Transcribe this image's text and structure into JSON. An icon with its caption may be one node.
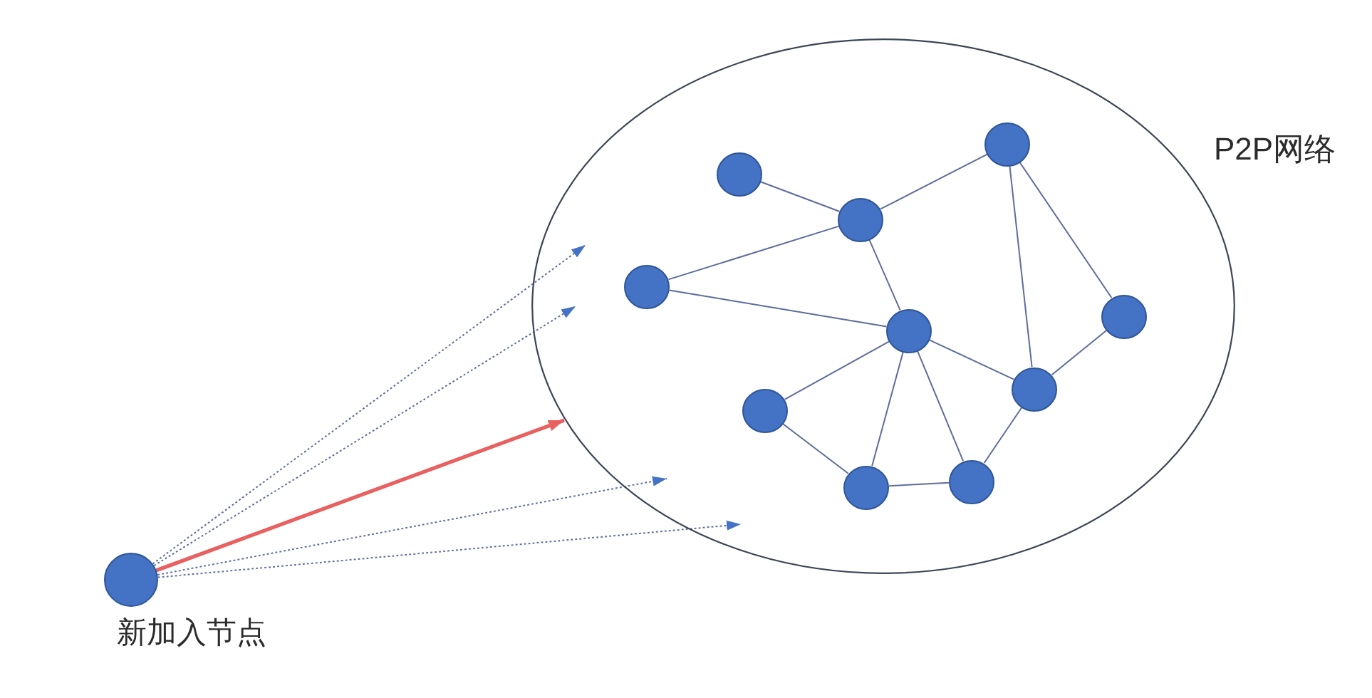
{
  "diagram": {
    "nodes": [
      {
        "text": [
          "P2P网络"
        ]
      },
      {
        "text": [],
        "shape": "circle",
        "in": 0
      },
      {
        "text": [],
        "shape": "circle",
        "in": 0
      },
      {
        "text": [],
        "shape": "circle",
        "in": 0
      },
      {
        "text": [],
        "shape": "circle",
        "in": 0
      },
      {
        "text": [],
        "shape": "circle",
        "in": 0
      },
      {
        "text": [],
        "shape": "circle",
        "in": 0
      },
      {
        "text": [],
        "shape": "circle",
        "in": 0
      },
      {
        "text": [],
        "shape": "circle",
        "in": 0
      },
      {
        "text": [],
        "shape": "circle",
        "in": 0
      },
      {
        "text": [],
        "shape": "circle",
        "in": 0
      },
      {
        "text": [
          "新加入节点"
        ]
      }
    ],
    "edges": [
      {
        "from": 11,
        "to": 0,
        "arrow": "to",
        "style": "dashed"
      },
      {
        "from": 11,
        "to": 0,
        "arrow": "to",
        "style": "dashed"
      },
      {
        "from": 11,
        "to": 0,
        "arrow": "to",
        "style": "thick",
        "color": "#e8605f"
      },
      {
        "from": 11,
        "to": 0,
        "arrow": "to",
        "style": "dashed"
      },
      {
        "from": 11,
        "to": 0,
        "arrow": "to",
        "style": "dashed"
      },
      {
        "from": 2,
        "to": 3,
        "arrow": "none"
      },
      {
        "from": 3,
        "to": 1,
        "arrow": "none"
      },
      {
        "from": 4,
        "to": 3,
        "arrow": "none"
      },
      {
        "from": 1,
        "to": 7,
        "arrow": "none"
      },
      {
        "from": 1,
        "to": 5,
        "arrow": "none"
      },
      {
        "from": 3,
        "to": 6,
        "arrow": "none"
      },
      {
        "from": 4,
        "to": 6,
        "arrow": "none"
      },
      {
        "from": 5,
        "to": 7,
        "arrow": "none"
      },
      {
        "from": 6,
        "to": 7,
        "arrow": "none"
      },
      {
        "from": 6,
        "to": 8,
        "arrow": "none"
      },
      {
        "from": 6,
        "to": 9,
        "arrow": "none"
      },
      {
        "from": 6,
        "to": 10,
        "arrow": "none"
      },
      {
        "from": 7,
        "to": 10,
        "arrow": "none"
      },
      {
        "from": 8,
        "to": 9,
        "arrow": "none"
      },
      {
        "from": 9,
        "to": 10,
        "arrow": "none"
      }
    ]
  }
}
